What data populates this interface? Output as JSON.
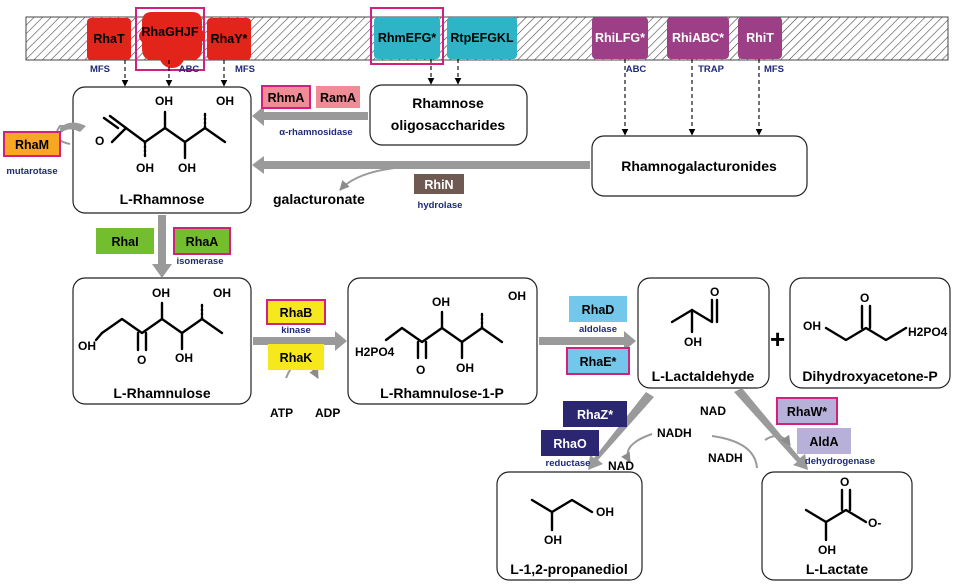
{
  "transporters": [
    {
      "id": "rhat",
      "label": "RhaT",
      "class": "MFS"
    },
    {
      "id": "rhaghjf",
      "label": "RhaGHJF",
      "class": "ABC"
    },
    {
      "id": "rhay",
      "label": "RhaY*",
      "class": "MFS"
    },
    {
      "id": "rhmefg",
      "label": "RhmEFG*"
    },
    {
      "id": "rtpefgkl",
      "label": "RtpEFGKL"
    },
    {
      "id": "rhilfg",
      "label": "RhiLFG*",
      "class": "ABC"
    },
    {
      "id": "rhiabc",
      "label": "RhiABC*",
      "class": "TRAP"
    },
    {
      "id": "rhit",
      "label": "RhiT",
      "class": "MFS"
    }
  ],
  "compounds": {
    "rhamnose": "L-Rhamnose",
    "oligo_line1": "Rhamnose",
    "oligo_line2": "oligosaccharides",
    "rhamnogalacturonides": "Rhamnogalacturonides",
    "galacturonate": "galacturonate",
    "rhamnulose": "L-Rhamnulose",
    "rhamnulose1p": "L-Rhamnulose-1-P",
    "lactaldehyde": "L-Lactaldehyde",
    "dhap": "Dihydroxyacetone-P",
    "propanediol": "L-1,2-propanediol",
    "lactate": "L-Lactate"
  },
  "enzymes": {
    "rhma": "RhmA",
    "rama": "RamA",
    "rhm_sub": "α-rhamnosidase",
    "rham": "RhaM",
    "rham_sub": "mutarotase",
    "rhin": "RhiN",
    "rhin_sub": "hydrolase",
    "rhai": "RhaI",
    "rhaa": "RhaA",
    "rhaa_sub": "isomerase",
    "rhab": "RhaB",
    "rhab_sub": "kinase",
    "rhak": "RhaK",
    "rhad": "RhaD",
    "rhad_sub": "aldolase",
    "rhae": "RhaE*",
    "rhaz": "RhaZ*",
    "rhao": "RhaO",
    "rhao_sub": "reductase",
    "rhaw": "RhaW*",
    "alda": "AldA",
    "alda_sub": "dehydrogenase"
  },
  "cofactors": {
    "atp": "ATP",
    "adp": "ADP",
    "nadh1": "NADH",
    "nad1": "NAD",
    "nad2": "NAD",
    "nadh2": "NADH"
  },
  "atoms": {
    "oh": "OH",
    "o": "O",
    "h2po4": "H2PO4",
    "plus": "+",
    "o_minus": "O-"
  },
  "colors": {
    "red": "#e3241b",
    "teal": "#2fb3c6",
    "purple": "#9c3f86",
    "pink_border": "#d1207f",
    "pink": "#f08c96",
    "yellow": "#f7e81c",
    "green": "#73be2e",
    "brown": "#6e5a53",
    "light_blue": "#72c7ea",
    "navy": "#2a2670",
    "lavender": "#b7b1da",
    "orange": "#f7a722"
  }
}
